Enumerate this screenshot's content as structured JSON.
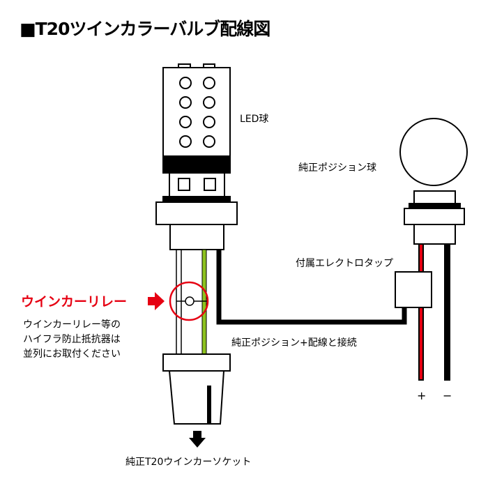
{
  "title": "■T20ツインカラーバルブ配線図",
  "labels": {
    "led_bulb": "LED球",
    "position_bulb": "純正ポジション球",
    "electro_tap": "付属エレクトロタップ",
    "relay": "ウインカーリレー",
    "connection": "純正ポジション+配線と接続",
    "socket": "純正T20ウインカーソケット",
    "plus": "+",
    "minus": "−"
  },
  "note": [
    "ウインカーリレー等の",
    "ハイフラ防止抵抗器は",
    "並列にお取付ください"
  ],
  "colors": {
    "red": "#e60012",
    "green": "#8dc21f",
    "black": "#000000"
  }
}
